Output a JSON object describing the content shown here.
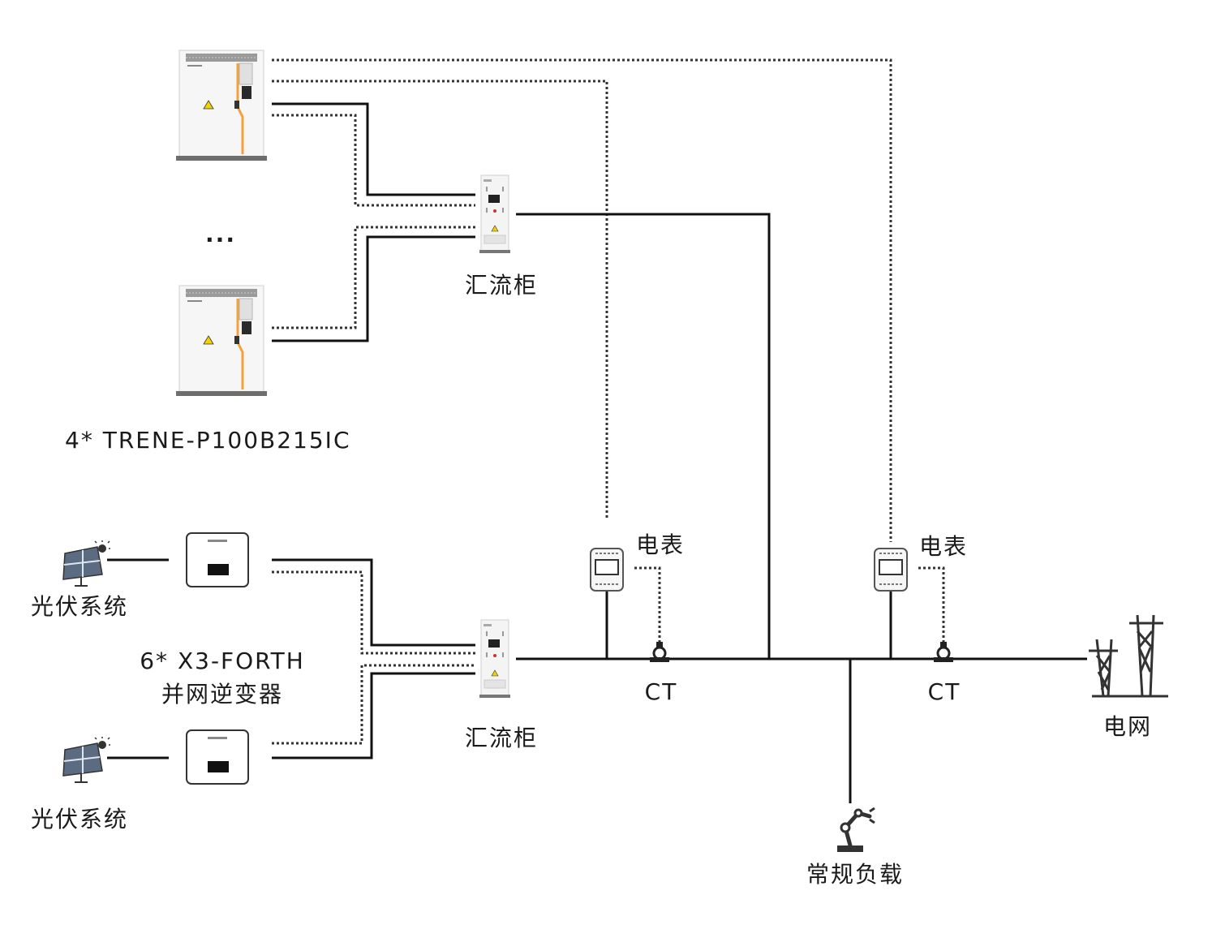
{
  "labels": {
    "ess_model": "4* TRENE-P100B215IC",
    "ellipsis": "...",
    "combiner_top": "汇流柜",
    "combiner_bottom": "汇流柜",
    "pv_top": "光伏系统",
    "pv_bottom": "光伏系统",
    "inverter_model": "6* X3-FORTH",
    "inverter_desc": "并网逆变器",
    "meter_1": "电表",
    "meter_2": "电表",
    "ct_1": "CT",
    "ct_2": "CT",
    "grid": "电网",
    "load": "常规负载"
  },
  "colors": {
    "power_line": "#111111",
    "comm_line": "#333333",
    "cabinet_body": "#f4f4f4",
    "cabinet_top": "#9a9a9a",
    "accent_orange": "#f5a03c",
    "warning_yellow": "#f2d200"
  }
}
